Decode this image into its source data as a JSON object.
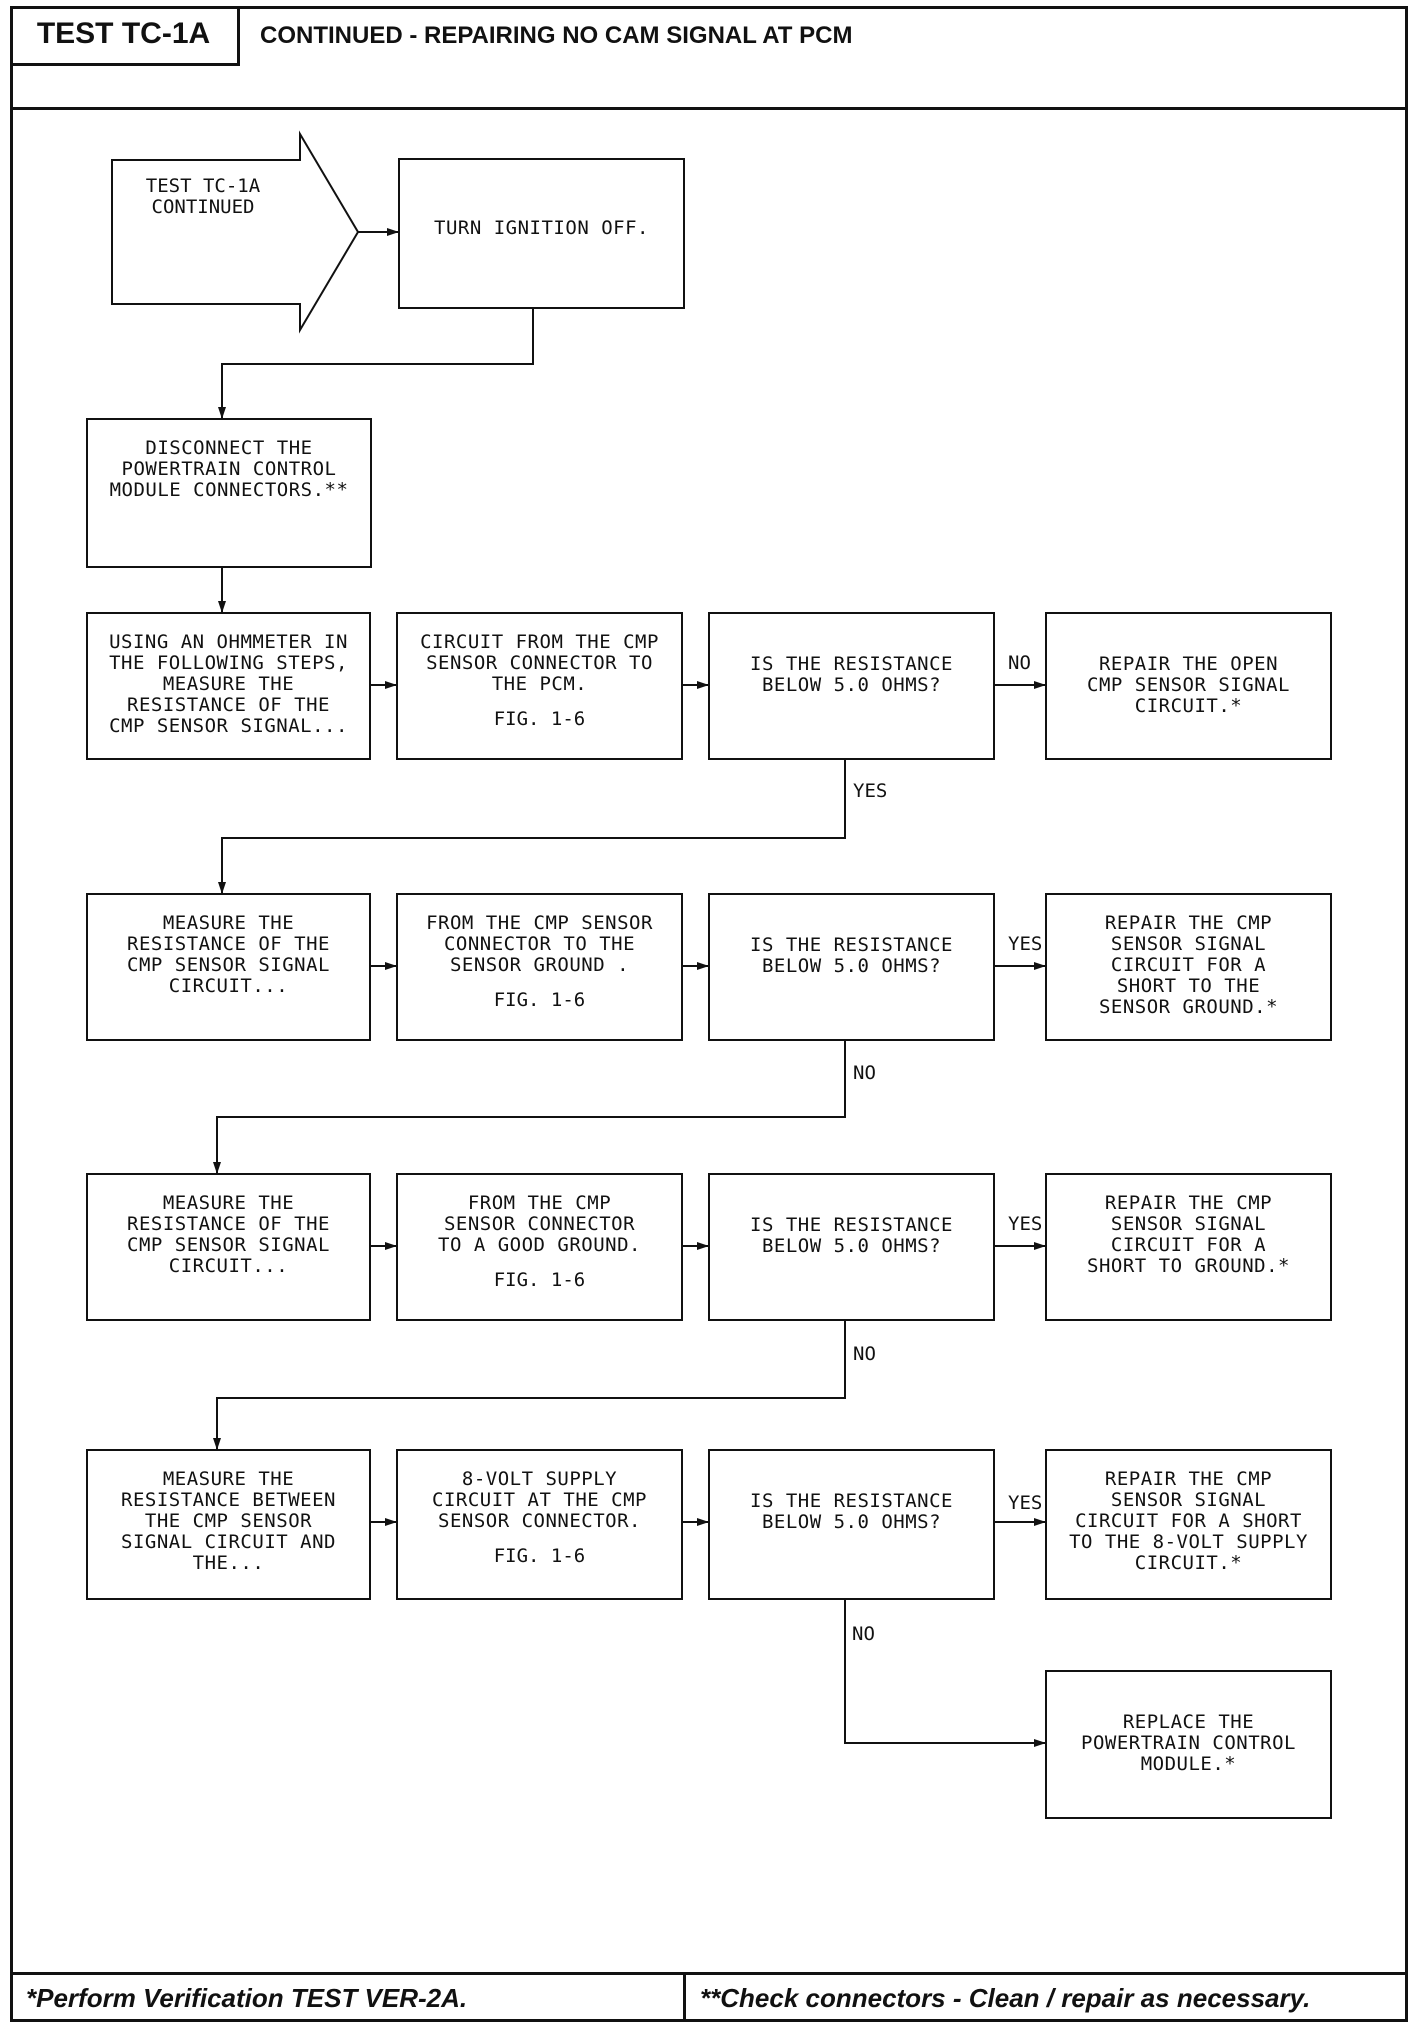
{
  "header": {
    "test_id": "TEST TC-1A",
    "title": "CONTINUED - REPAIRING NO CAM SIGNAL AT PCM"
  },
  "start": {
    "label": "TEST TC-1A\nCONTINUED"
  },
  "steps": {
    "ignition": "TURN IGNITION OFF.",
    "disconnect": "DISCONNECT THE\nPOWERTRAIN CONTROL\nMODULE CONNECTORS.**",
    "row1_a": "USING AN OHMMETER IN\nTHE FOLLOWING STEPS,\nMEASURE THE\nRESISTANCE OF THE\nCMP SENSOR SIGNAL...",
    "row1_b": "CIRCUIT FROM THE CMP\nSENSOR CONNECTOR TO\nTHE PCM.",
    "row1_b_fig": "FIG. 1-6",
    "row1_q": "IS THE RESISTANCE\nBELOW 5.0 OHMS?",
    "row1_r": "REPAIR THE OPEN\nCMP SENSOR SIGNAL\nCIRCUIT.*",
    "row2_a": "MEASURE THE\nRESISTANCE OF THE\nCMP SENSOR SIGNAL\nCIRCUIT...",
    "row2_b": "FROM THE CMP SENSOR\nCONNECTOR TO THE\nSENSOR GROUND .",
    "row2_b_fig": "FIG. 1-6",
    "row2_q": "IS THE RESISTANCE\nBELOW 5.0 OHMS?",
    "row2_r": "REPAIR THE CMP\nSENSOR SIGNAL\nCIRCUIT FOR A\nSHORT TO THE\nSENSOR GROUND.*",
    "row3_a": "MEASURE THE\nRESISTANCE OF THE\nCMP SENSOR SIGNAL\nCIRCUIT...",
    "row3_b": "FROM THE CMP\nSENSOR CONNECTOR\nTO A GOOD GROUND.",
    "row3_b_fig": "FIG. 1-6",
    "row3_q": "IS THE RESISTANCE\nBELOW 5.0 OHMS?",
    "row3_r": "REPAIR THE CMP\nSENSOR SIGNAL\nCIRCUIT FOR A\nSHORT TO GROUND.*",
    "row4_a": "MEASURE THE\nRESISTANCE BETWEEN\nTHE CMP SENSOR\nSIGNAL CIRCUIT AND\nTHE...",
    "row4_b": "8-VOLT SUPPLY\nCIRCUIT AT THE CMP\nSENSOR CONNECTOR.",
    "row4_b_fig": "FIG. 1-6",
    "row4_q": "IS THE RESISTANCE\nBELOW 5.0 OHMS?",
    "row4_r": "REPAIR THE CMP\nSENSOR SIGNAL\nCIRCUIT FOR A SHORT\nTO THE 8-VOLT SUPPLY\nCIRCUIT.*",
    "replace": "REPLACE THE\nPOWERTRAIN CONTROL\nMODULE.*"
  },
  "branch_labels": {
    "r1_no": "NO",
    "r1_yes": "YES",
    "r2_yes": "YES",
    "r2_no": "NO",
    "r3_yes": "YES",
    "r3_no": "NO",
    "r4_yes": "YES",
    "r4_no": "NO"
  },
  "footer": {
    "left": "*Perform Verification TEST VER-2A.",
    "right": "**Check connectors - Clean / repair as necessary."
  }
}
